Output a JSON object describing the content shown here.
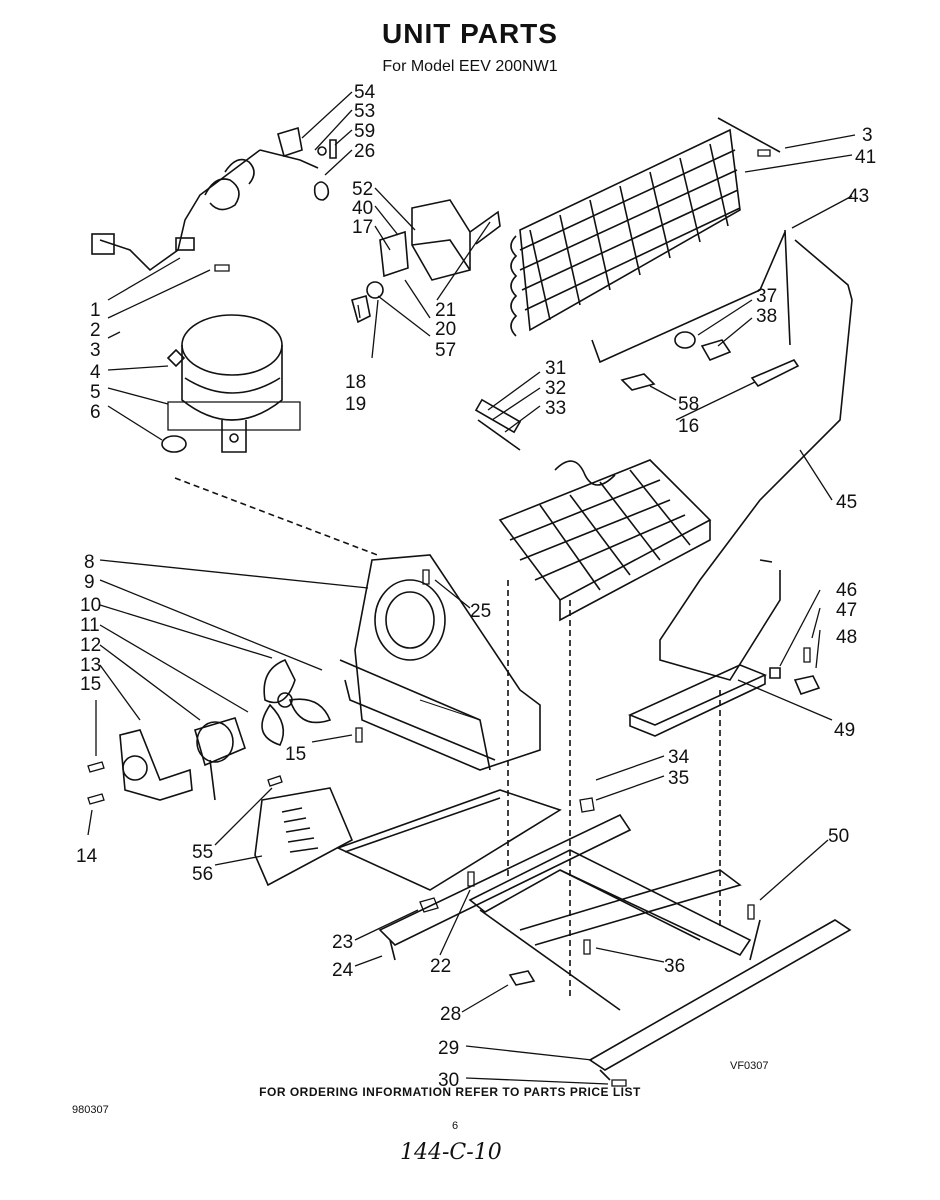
{
  "title": "UNIT PARTS",
  "subtitle": "For Model EEV 200NW1",
  "footer_note": "FOR ORDERING INFORMATION REFER TO PARTS PRICE LIST",
  "doc_code_left": "980307",
  "figure_code": "VF0307",
  "page_number": "6",
  "handwritten_note": "144-C-10",
  "callouts": [
    {
      "id": "c54",
      "label": "54"
    },
    {
      "id": "c53",
      "label": "53"
    },
    {
      "id": "c59",
      "label": "59"
    },
    {
      "id": "c26",
      "label": "26"
    },
    {
      "id": "c52",
      "label": "52"
    },
    {
      "id": "c40",
      "label": "40"
    },
    {
      "id": "c17",
      "label": "17"
    },
    {
      "id": "c21",
      "label": "21"
    },
    {
      "id": "c20",
      "label": "20"
    },
    {
      "id": "c57",
      "label": "57"
    },
    {
      "id": "c18",
      "label": "18"
    },
    {
      "id": "c19",
      "label": "19"
    },
    {
      "id": "c1",
      "label": "1"
    },
    {
      "id": "c2",
      "label": "2"
    },
    {
      "id": "c3a",
      "label": "3"
    },
    {
      "id": "c4",
      "label": "4"
    },
    {
      "id": "c5",
      "label": "5"
    },
    {
      "id": "c6",
      "label": "6"
    },
    {
      "id": "c3b",
      "label": "3"
    },
    {
      "id": "c41",
      "label": "41"
    },
    {
      "id": "c43",
      "label": "43"
    },
    {
      "id": "c37",
      "label": "37"
    },
    {
      "id": "c38",
      "label": "38"
    },
    {
      "id": "c58",
      "label": "58"
    },
    {
      "id": "c16",
      "label": "16"
    },
    {
      "id": "c31",
      "label": "31"
    },
    {
      "id": "c32",
      "label": "32"
    },
    {
      "id": "c33",
      "label": "33"
    },
    {
      "id": "c45",
      "label": "45"
    },
    {
      "id": "c8",
      "label": "8"
    },
    {
      "id": "c9",
      "label": "9"
    },
    {
      "id": "c10",
      "label": "10"
    },
    {
      "id": "c11",
      "label": "11"
    },
    {
      "id": "c12",
      "label": "12"
    },
    {
      "id": "c13",
      "label": "13"
    },
    {
      "id": "c15a",
      "label": "15"
    },
    {
      "id": "c25",
      "label": "25"
    },
    {
      "id": "c15b",
      "label": "15"
    },
    {
      "id": "c14",
      "label": "14"
    },
    {
      "id": "c46",
      "label": "46"
    },
    {
      "id": "c47",
      "label": "47"
    },
    {
      "id": "c48",
      "label": "48"
    },
    {
      "id": "c49",
      "label": "49"
    },
    {
      "id": "c34",
      "label": "34"
    },
    {
      "id": "c35",
      "label": "35"
    },
    {
      "id": "c55",
      "label": "55"
    },
    {
      "id": "c56",
      "label": "56"
    },
    {
      "id": "c50",
      "label": "50"
    },
    {
      "id": "c23",
      "label": "23"
    },
    {
      "id": "c24",
      "label": "24"
    },
    {
      "id": "c22",
      "label": "22"
    },
    {
      "id": "c36",
      "label": "36"
    },
    {
      "id": "c28",
      "label": "28"
    },
    {
      "id": "c29",
      "label": "29"
    },
    {
      "id": "c30",
      "label": "30"
    }
  ],
  "colors": {
    "ink": "#111111",
    "paper": "#ffffff"
  }
}
